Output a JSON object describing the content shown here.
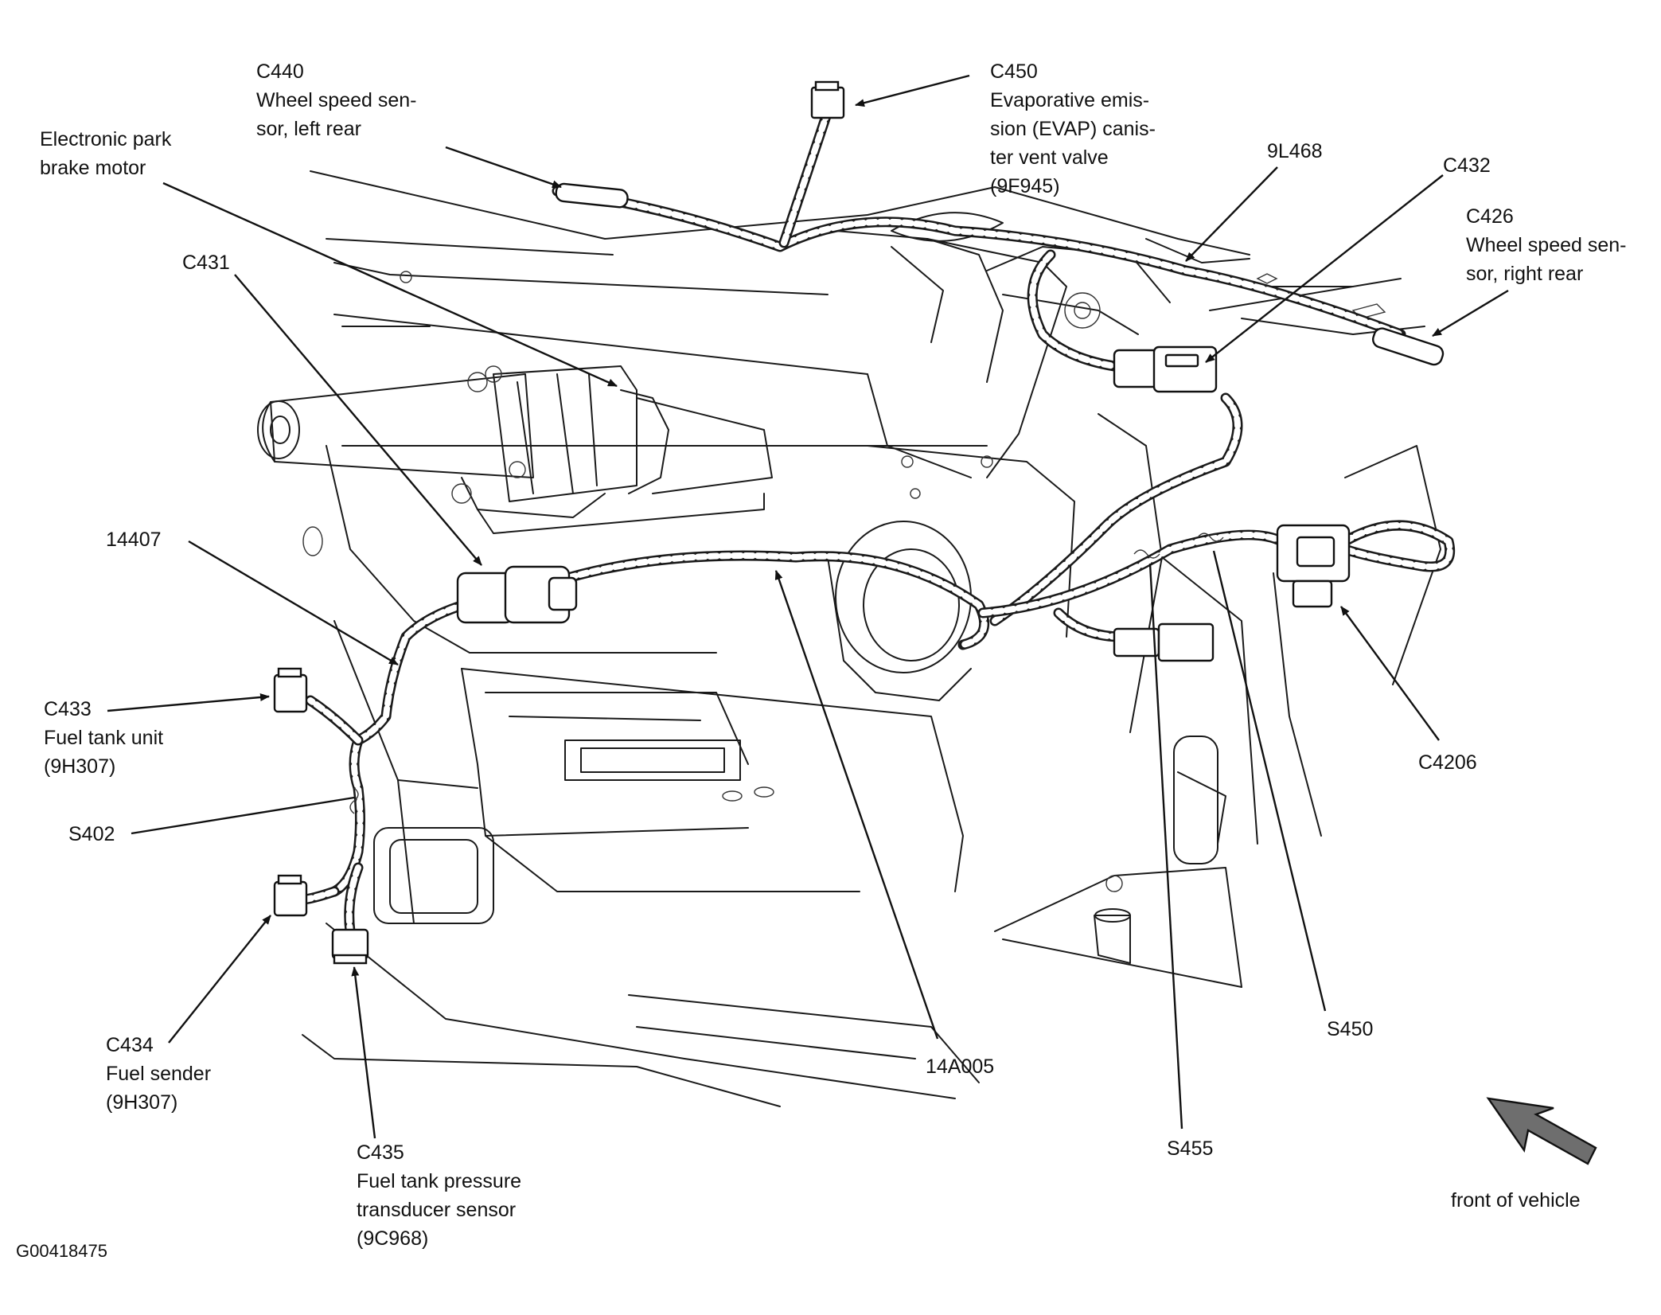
{
  "figure_id": "G00418475",
  "labels": {
    "c440": {
      "code": "C440",
      "lines": [
        "Wheel speed sen-",
        "sor, left rear"
      ]
    },
    "c450": {
      "code": "C450",
      "lines": [
        "Evaporative emis-",
        "sion (EVAP) canis-",
        "ter vent valve",
        "(9F945)"
      ]
    },
    "park_brake": {
      "lines": [
        "Electronic park",
        "brake motor"
      ]
    },
    "n9l468": {
      "code": "9L468"
    },
    "c432": {
      "code": "C432"
    },
    "c426": {
      "code": "C426",
      "lines": [
        "Wheel speed sen-",
        "sor, right rear"
      ]
    },
    "c431": {
      "code": "C431"
    },
    "n14407": {
      "code": "14407"
    },
    "c433": {
      "code": "C433",
      "lines": [
        "Fuel tank unit",
        "(9H307)"
      ]
    },
    "s402": {
      "code": "S402"
    },
    "c4206": {
      "code": "C4206"
    },
    "c434": {
      "code": "C434",
      "lines": [
        "Fuel sender",
        "(9H307)"
      ]
    },
    "n14a005": {
      "code": "14A005"
    },
    "s450": {
      "code": "S450"
    },
    "c435": {
      "code": "C435",
      "lines": [
        "Fuel tank pressure",
        "transducer sensor",
        "(9C968)"
      ]
    },
    "s455": {
      "code": "S455"
    },
    "front": {
      "text": "front of vehicle"
    }
  },
  "arrow_fill": "#6e6e6e"
}
